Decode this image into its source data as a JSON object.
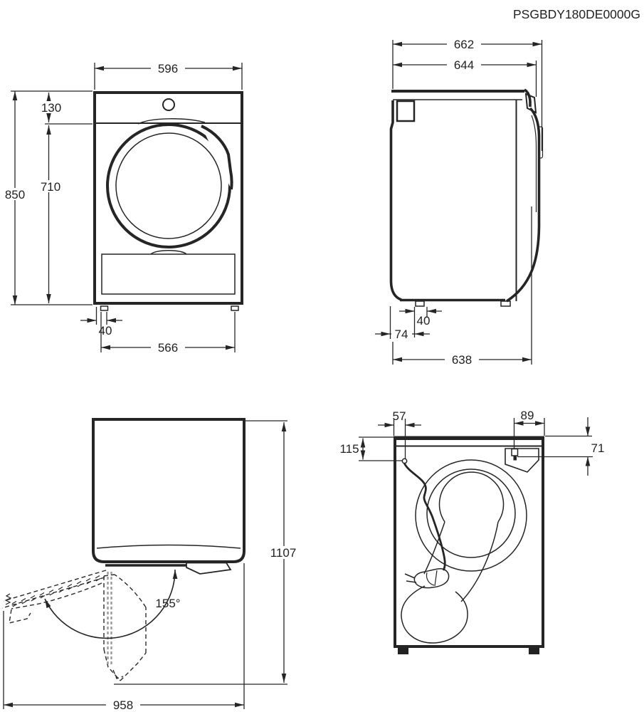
{
  "title": "PSGBDY180DE0000G",
  "views": {
    "front": {
      "dims": {
        "width": "596",
        "top_panel_height": "130",
        "door_center_height": "710",
        "total_height": "850",
        "foot_inset": "40",
        "feet_spacing": "566"
      }
    },
    "side": {
      "dims": {
        "total_depth": "662",
        "body_depth": "644",
        "foot_width": "40",
        "rear_foot_offset": "74",
        "base_depth": "638"
      }
    },
    "door_swing": {
      "dims": {
        "total_depth_door_open": "1107",
        "total_width_door_open": "958",
        "door_opening_angle": "155°"
      }
    },
    "top": {
      "dims": {
        "cable_from_left": "57",
        "valve_area_width": "89",
        "cable_from_back": "115",
        "valve_from_back": "71"
      }
    }
  }
}
